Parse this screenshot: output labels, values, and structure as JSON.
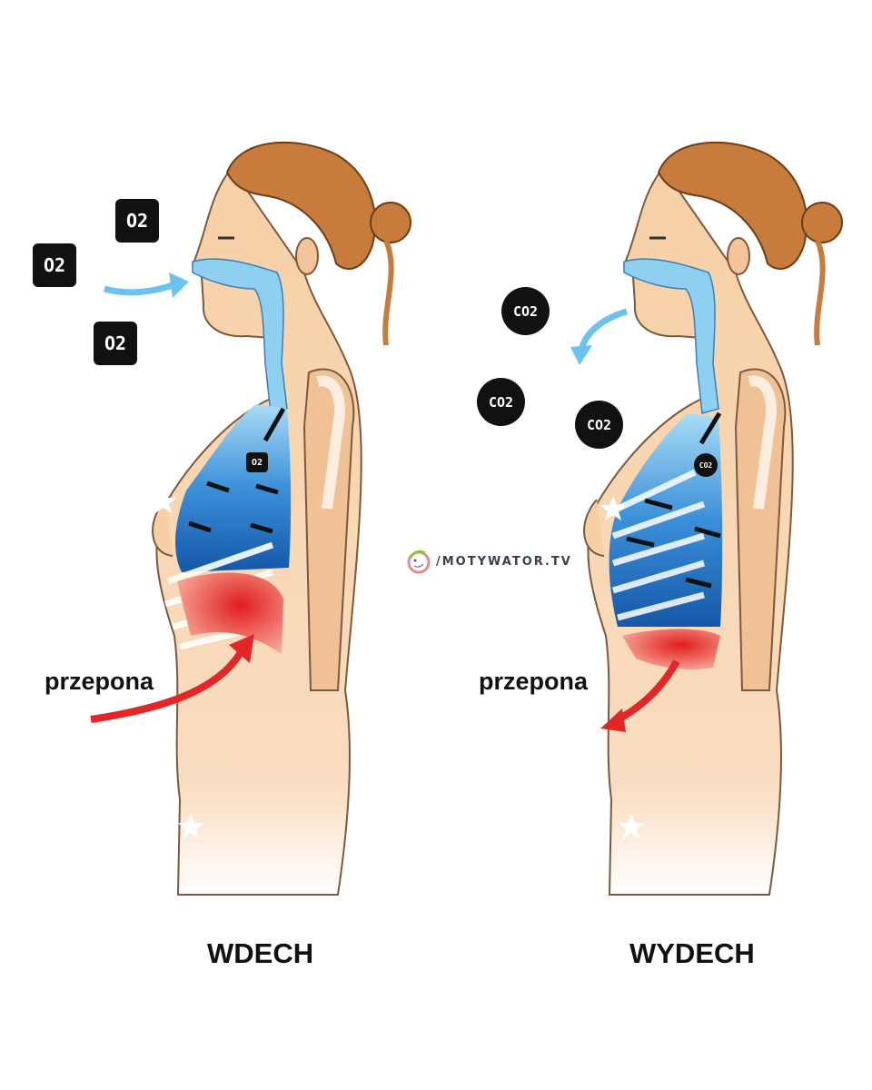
{
  "left": {
    "title": "WDECH",
    "label": "przepona",
    "molecule": "O2"
  },
  "right": {
    "title": "WYDECH",
    "label": "przepona",
    "molecule": "CO2"
  },
  "watermark": "/MOTYWATOR.TV",
  "colors": {
    "skin": "#f6cfa5",
    "hair": "#c77b3c",
    "air": "#8fd0f2",
    "lung": "#1f6fc4",
    "diaphragm": "#e32626",
    "arrow": "#111111"
  }
}
